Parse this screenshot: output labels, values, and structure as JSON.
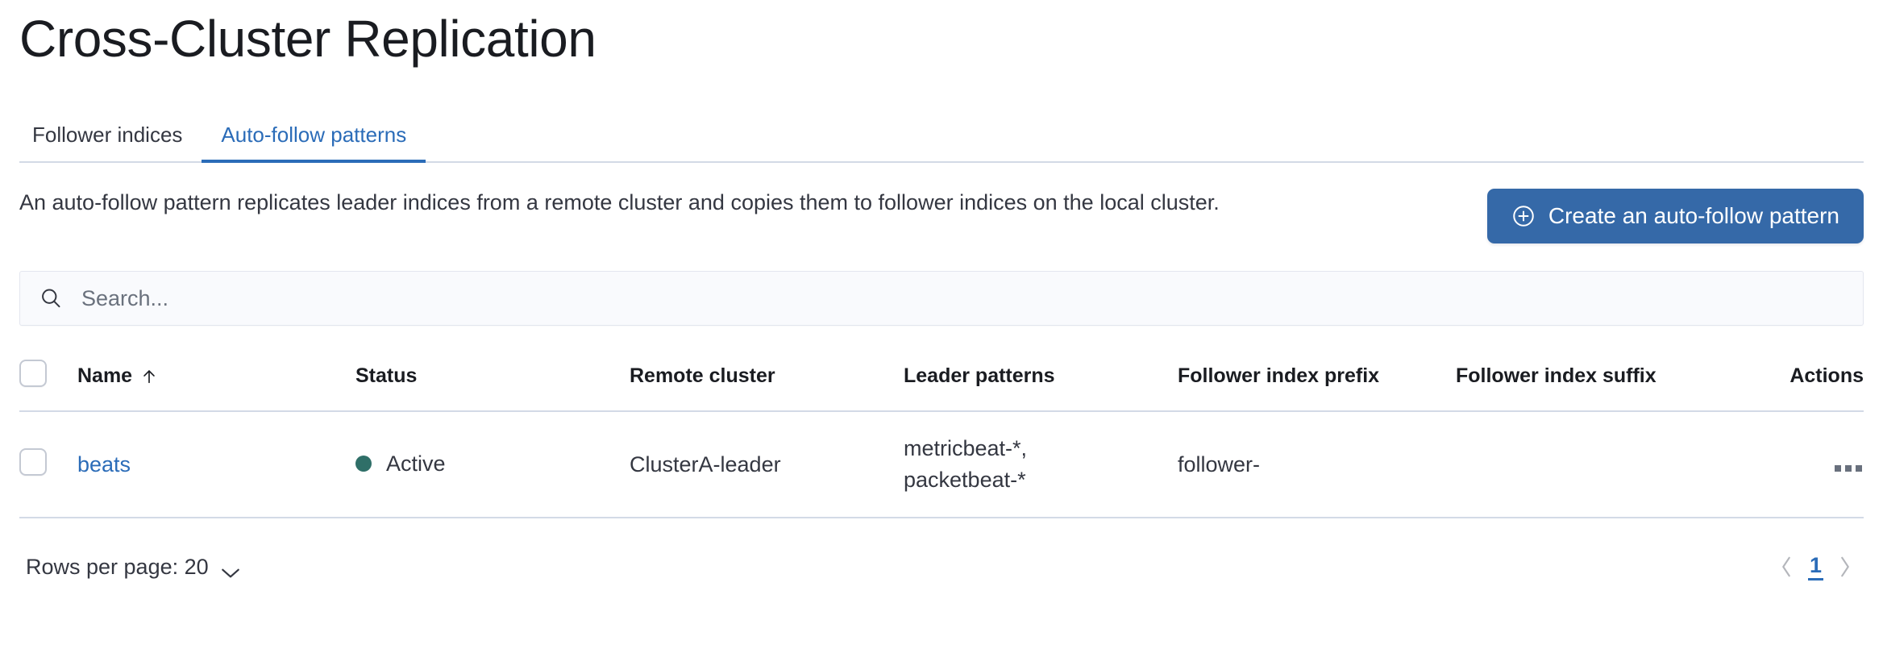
{
  "header": {
    "title": "Cross-Cluster Replication"
  },
  "tabs": [
    {
      "label": "Follower indices",
      "selected": false
    },
    {
      "label": "Auto-follow patterns",
      "selected": true
    }
  ],
  "description": "An auto-follow pattern replicates leader indices from a remote cluster and copies them to follower indices on the local cluster.",
  "actions": {
    "create_label": "Create an auto-follow pattern",
    "create_icon": "plus-in-circle-icon"
  },
  "search": {
    "placeholder": "Search...",
    "value": "",
    "icon": "search-icon"
  },
  "table": {
    "columns": [
      {
        "key": "name",
        "label": "Name",
        "sorted": "asc",
        "sort_icon": "arrow-up-icon"
      },
      {
        "key": "status",
        "label": "Status"
      },
      {
        "key": "remote_cluster",
        "label": "Remote cluster"
      },
      {
        "key": "leader_patterns",
        "label": "Leader patterns"
      },
      {
        "key": "follower_index_prefix",
        "label": "Follower index prefix"
      },
      {
        "key": "follower_index_suffix",
        "label": "Follower index suffix"
      },
      {
        "key": "actions",
        "label": "Actions"
      }
    ],
    "rows": [
      {
        "name": "beats",
        "status": "Active",
        "status_color": "#2f6f68",
        "remote_cluster": "ClusterA-leader",
        "leader_patterns": "metricbeat-*, packetbeat-*",
        "leader_patterns_line1": "metricbeat-*,",
        "leader_patterns_line2": "packetbeat-*",
        "follower_index_prefix": "follower-",
        "follower_index_suffix": "",
        "actions_icon": "ellipsis-horizontal-icon"
      }
    ]
  },
  "footer": {
    "rows_per_page_label": "Rows per page: 20",
    "rows_per_page_icon": "chevron-down-icon",
    "pagination": {
      "prev_icon": "chevron-left-icon",
      "next_icon": "chevron-right-icon",
      "current_page": "1"
    }
  },
  "colors": {
    "accent_blue": "#2b6cb8",
    "button_blue": "#3569a8",
    "status_green": "#2f6f68",
    "border": "#d3dae6",
    "text": "#343741"
  }
}
